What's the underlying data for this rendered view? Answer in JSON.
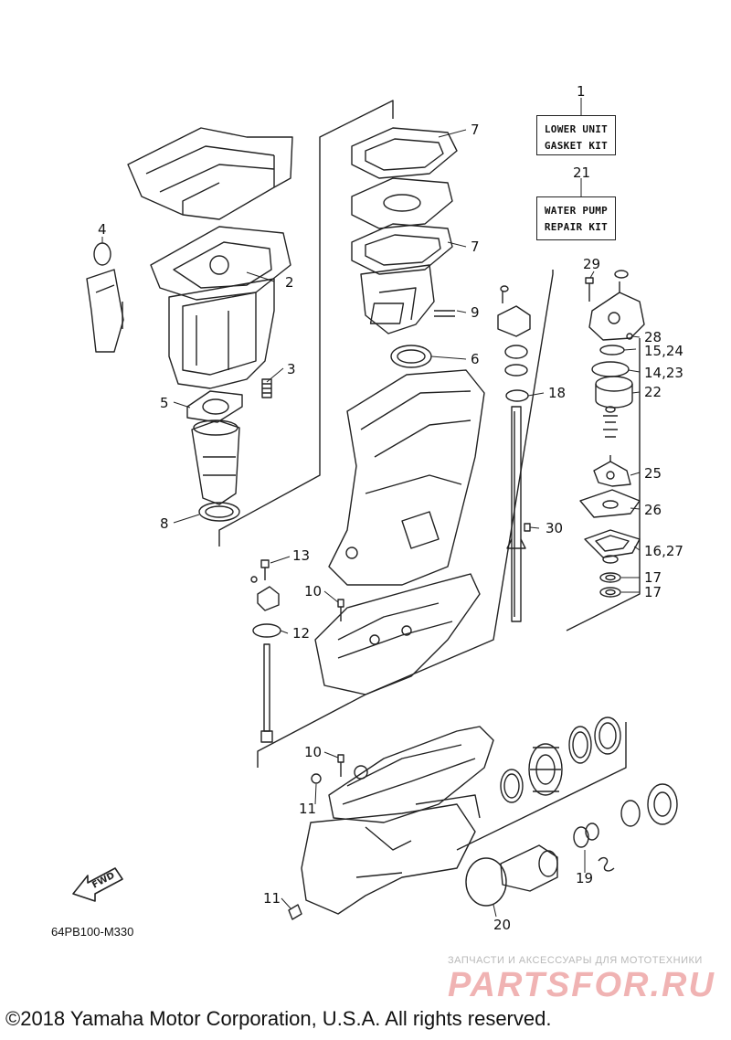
{
  "diagram_code": "64PB100-M330",
  "copyright": "©2018 Yamaha Motor Corporation, U.S.A. All rights reserved.",
  "watermark": {
    "subtitle": "ЗАПЧАСТИ И АКСЕССУАРЫ ДЛЯ МОТОТЕХНИКИ",
    "logo": "PARTSFOR.RU"
  },
  "fwd_label": "FWD",
  "kits": {
    "lower_unit_gasket": {
      "number": "1",
      "line1": "LOWER UNIT",
      "line2": "GASKET KIT"
    },
    "water_pump_repair": {
      "number": "21",
      "line1": "WATER PUMP",
      "line2": "REPAIR KIT"
    }
  },
  "callouts": [
    "2",
    "3",
    "4",
    "5",
    "6",
    "7",
    "7",
    "8",
    "9",
    "10",
    "10",
    "11",
    "11",
    "12",
    "13",
    "14,23",
    "15,24",
    "16,27",
    "17",
    "17",
    "18",
    "19",
    "20",
    "22",
    "25",
    "26",
    "28",
    "29",
    "30"
  ]
}
